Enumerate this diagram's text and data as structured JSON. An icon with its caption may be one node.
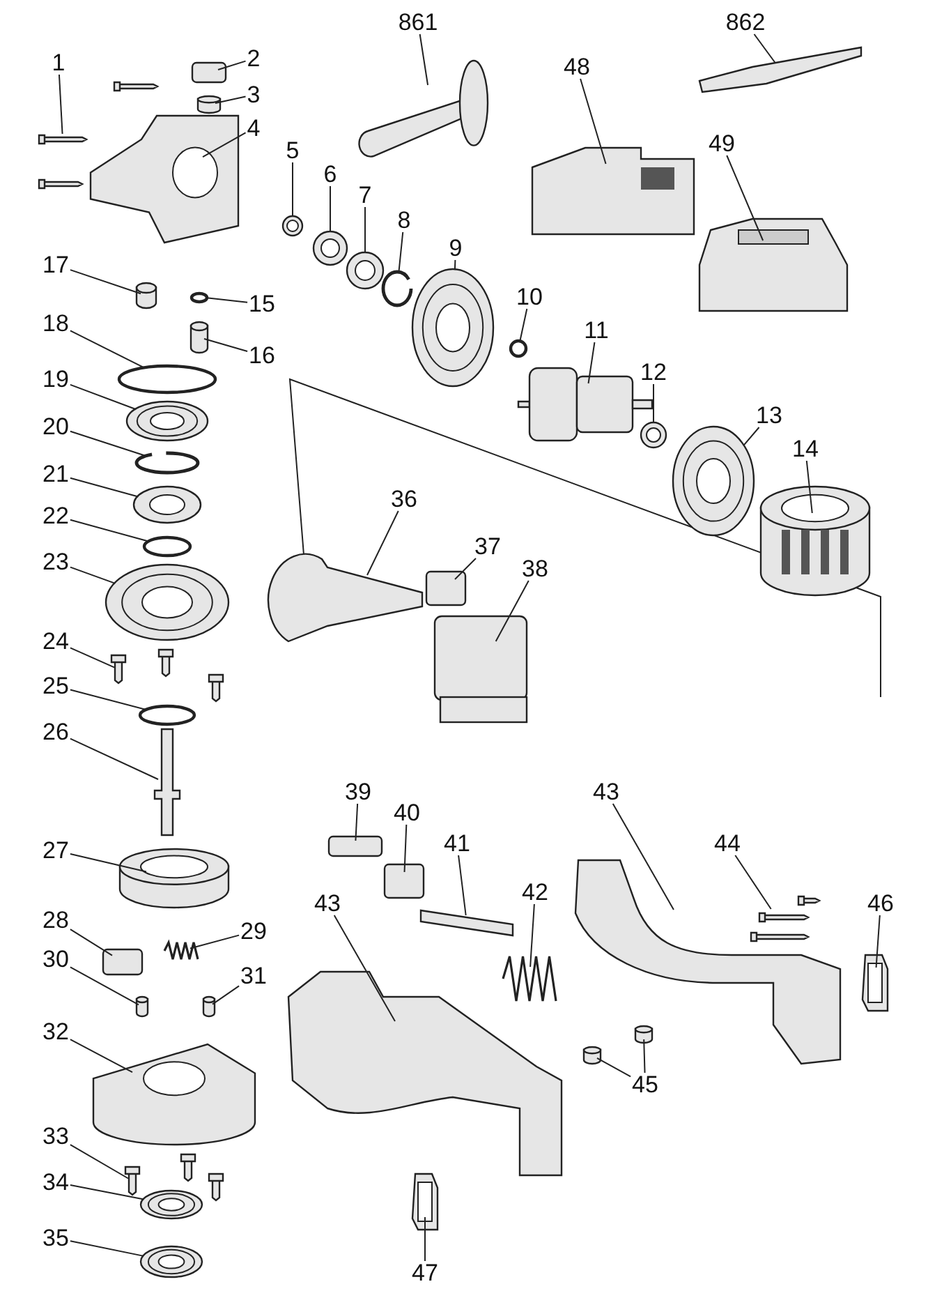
{
  "diagram": {
    "nodes": [
      {
        "text": [
          "1"
        ]
      },
      {
        "text": [],
        "shape": "picture"
      },
      {
        "text": [
          "2"
        ]
      },
      {
        "text": [],
        "shape": "box"
      },
      {
        "text": [
          "3"
        ]
      },
      {
        "text": [],
        "shape": "cylinder"
      },
      {
        "text": [
          "4"
        ]
      },
      {
        "text": [],
        "shape": "picture"
      },
      {
        "text": [
          "5"
        ]
      },
      {
        "text": [],
        "shape": "picture"
      },
      {
        "text": [
          "6"
        ]
      },
      {
        "text": [],
        "shape": "picture"
      },
      {
        "text": [
          "7"
        ]
      },
      {
        "text": [],
        "shape": "picture"
      },
      {
        "text": [
          "8"
        ]
      },
      {
        "text": [],
        "shape": "circle"
      },
      {
        "text": [
          "9"
        ]
      },
      {
        "text": [],
        "shape": "picture"
      },
      {
        "text": [
          "10"
        ]
      },
      {
        "text": [],
        "shape": "circle"
      },
      {
        "text": [
          "11"
        ]
      },
      {
        "text": [],
        "shape": "picture"
      },
      {
        "text": [
          "12"
        ]
      },
      {
        "text": [],
        "shape": "picture"
      },
      {
        "text": [
          "13"
        ]
      },
      {
        "text": [],
        "shape": "picture"
      },
      {
        "text": [
          "14"
        ]
      },
      {
        "text": [],
        "shape": "picture"
      },
      {
        "text": [
          "15"
        ]
      },
      {
        "text": [],
        "shape": "circle"
      },
      {
        "text": [
          "16"
        ]
      },
      {
        "text": [],
        "shape": "cylinder"
      },
      {
        "text": [
          "17"
        ]
      },
      {
        "text": [],
        "shape": "cylinder"
      },
      {
        "text": [
          "18"
        ]
      },
      {
        "text": [],
        "shape": "circle"
      },
      {
        "text": [
          "19"
        ]
      },
      {
        "text": [],
        "shape": "picture"
      },
      {
        "text": [
          "20"
        ]
      },
      {
        "text": [],
        "shape": "circle"
      },
      {
        "text": [
          "21"
        ]
      },
      {
        "text": [],
        "shape": "picture"
      },
      {
        "text": [
          "22"
        ]
      },
      {
        "text": [],
        "shape": "circle"
      },
      {
        "text": [
          "23"
        ]
      },
      {
        "text": [],
        "shape": "picture"
      },
      {
        "text": [
          "24"
        ]
      },
      {
        "text": [],
        "shape": "picture"
      },
      {
        "text": [
          "25"
        ]
      },
      {
        "text": [],
        "shape": "circle"
      },
      {
        "text": [
          "26"
        ]
      },
      {
        "text": [],
        "shape": "picture"
      },
      {
        "text": [
          "27"
        ]
      },
      {
        "text": [],
        "shape": "cylinder"
      },
      {
        "text": [
          "28"
        ]
      },
      {
        "text": [],
        "shape": "box"
      },
      {
        "text": [
          "29"
        ]
      },
      {
        "text": [],
        "shape": "picture"
      },
      {
        "text": [
          "30"
        ]
      },
      {
        "text": [],
        "shape": "cylinder"
      },
      {
        "text": [
          "31"
        ]
      },
      {
        "text": [],
        "shape": "cylinder"
      },
      {
        "text": [
          "32"
        ]
      },
      {
        "text": [],
        "shape": "picture"
      },
      {
        "text": [
          "33"
        ]
      },
      {
        "text": [],
        "shape": "picture"
      },
      {
        "text": [
          "34"
        ]
      },
      {
        "text": [],
        "shape": "picture"
      },
      {
        "text": [
          "35"
        ]
      },
      {
        "text": [],
        "shape": "picture"
      },
      {
        "text": [
          "36"
        ]
      },
      {
        "text": [],
        "shape": "picture"
      },
      {
        "text": [
          "37"
        ]
      },
      {
        "text": [],
        "shape": "box"
      },
      {
        "text": [
          "38"
        ]
      },
      {
        "text": [],
        "shape": "box"
      },
      {
        "text": [
          "39"
        ]
      },
      {
        "text": [],
        "shape": "box"
      },
      {
        "text": [
          "40"
        ]
      },
      {
        "text": [],
        "shape": "box"
      },
      {
        "text": [
          "41"
        ]
      },
      {
        "text": [],
        "shape": "bar"
      },
      {
        "text": [
          "42"
        ]
      },
      {
        "text": [],
        "shape": "picture"
      },
      {
        "text": [
          "43"
        ]
      },
      {
        "text": [],
        "shape": "picture"
      },
      {
        "text": [
          "43"
        ]
      },
      {
        "text": [],
        "shape": "picture"
      },
      {
        "text": [
          "44"
        ]
      },
      {
        "text": [],
        "shape": "picture"
      },
      {
        "text": [
          "45"
        ]
      },
      {
        "text": [],
        "shape": "cylinder"
      },
      {
        "text": [],
        "shape": "cylinder"
      },
      {
        "text": [
          "46"
        ]
      },
      {
        "text": [],
        "shape": "picture"
      },
      {
        "text": [
          "47"
        ]
      },
      {
        "text": [],
        "shape": "picture"
      },
      {
        "text": [
          "48"
        ]
      },
      {
        "text": [],
        "shape": "picture"
      },
      {
        "text": [
          "49"
        ]
      },
      {
        "text": [],
        "shape": "picture"
      },
      {
        "text": [
          "861"
        ]
      },
      {
        "text": [],
        "shape": "picture"
      },
      {
        "text": [
          "862"
        ]
      },
      {
        "text": [],
        "shape": "picture"
      }
    ],
    "edges": [
      {
        "from": 0,
        "to": 1,
        "arrow": "none"
      },
      {
        "from": 2,
        "to": 3,
        "arrow": "none"
      },
      {
        "from": 4,
        "to": 5,
        "arrow": "none"
      },
      {
        "from": 6,
        "to": 7,
        "arrow": "none"
      },
      {
        "from": 8,
        "to": 9,
        "arrow": "none"
      },
      {
        "from": 10,
        "to": 11,
        "arrow": "none"
      },
      {
        "from": 12,
        "to": 13,
        "arrow": "none"
      },
      {
        "from": 14,
        "to": 15,
        "arrow": "none"
      },
      {
        "from": 16,
        "to": 17,
        "arrow": "none"
      },
      {
        "from": 18,
        "to": 19,
        "arrow": "none"
      },
      {
        "from": 20,
        "to": 21,
        "arrow": "none"
      },
      {
        "from": 22,
        "to": 23,
        "arrow": "none"
      },
      {
        "from": 24,
        "to": 25,
        "arrow": "none"
      },
      {
        "from": 26,
        "to": 27,
        "arrow": "none"
      },
      {
        "from": 28,
        "to": 29,
        "arrow": "none"
      },
      {
        "from": 30,
        "to": 31,
        "arrow": "none"
      },
      {
        "from": 32,
        "to": 33,
        "arrow": "none"
      },
      {
        "from": 34,
        "to": 35,
        "arrow": "none"
      },
      {
        "from": 36,
        "to": 37,
        "arrow": "none"
      },
      {
        "from": 38,
        "to": 39,
        "arrow": "none"
      },
      {
        "from": 40,
        "to": 41,
        "arrow": "none"
      },
      {
        "from": 42,
        "to": 43,
        "arrow": "none"
      },
      {
        "from": 44,
        "to": 45,
        "arrow": "none"
      },
      {
        "from": 46,
        "to": 47,
        "arrow": "none"
      },
      {
        "from": 48,
        "to": 49,
        "arrow": "none"
      },
      {
        "from": 50,
        "to": 51,
        "arrow": "none"
      },
      {
        "from": 52,
        "to": 53,
        "arrow": "none"
      },
      {
        "from": 54,
        "to": 55,
        "arrow": "none"
      },
      {
        "from": 56,
        "to": 57,
        "arrow": "none"
      },
      {
        "from": 58,
        "to": 59,
        "arrow": "none"
      },
      {
        "from": 60,
        "to": 61,
        "arrow": "none"
      },
      {
        "from": 62,
        "to": 63,
        "arrow": "none"
      },
      {
        "from": 64,
        "to": 65,
        "arrow": "none"
      },
      {
        "from": 66,
        "to": 67,
        "arrow": "none"
      },
      {
        "from": 68,
        "to": 69,
        "arrow": "none"
      },
      {
        "from": 70,
        "to": 71,
        "arrow": "none"
      },
      {
        "from": 72,
        "to": 73,
        "arrow": "none"
      },
      {
        "from": 74,
        "to": 75,
        "arrow": "none"
      },
      {
        "from": 76,
        "to": 77,
        "arrow": "none"
      },
      {
        "from": 78,
        "to": 79,
        "arrow": "none"
      },
      {
        "from": 80,
        "to": 81,
        "arrow": "none"
      },
      {
        "from": 82,
        "to": 83,
        "arrow": "none"
      },
      {
        "from": 84,
        "to": 85,
        "arrow": "none"
      },
      {
        "from": 86,
        "to": 87,
        "arrow": "none"
      },
      {
        "from": 88,
        "to": 89,
        "arrow": "none"
      },
      {
        "from": 90,
        "to": 91,
        "arrow": "none"
      },
      {
        "from": 90,
        "to": 92,
        "arrow": "none"
      },
      {
        "from": 93,
        "to": 94,
        "arrow": "none"
      },
      {
        "from": 95,
        "to": 96,
        "arrow": "none"
      },
      {
        "from": 97,
        "to": 98,
        "arrow": "none"
      },
      {
        "from": 99,
        "to": 100,
        "arrow": "none"
      },
      {
        "from": 101,
        "to": 102,
        "arrow": "none"
      },
      {
        "from": 103,
        "to": 104,
        "arrow": "none"
      }
    ]
  }
}
